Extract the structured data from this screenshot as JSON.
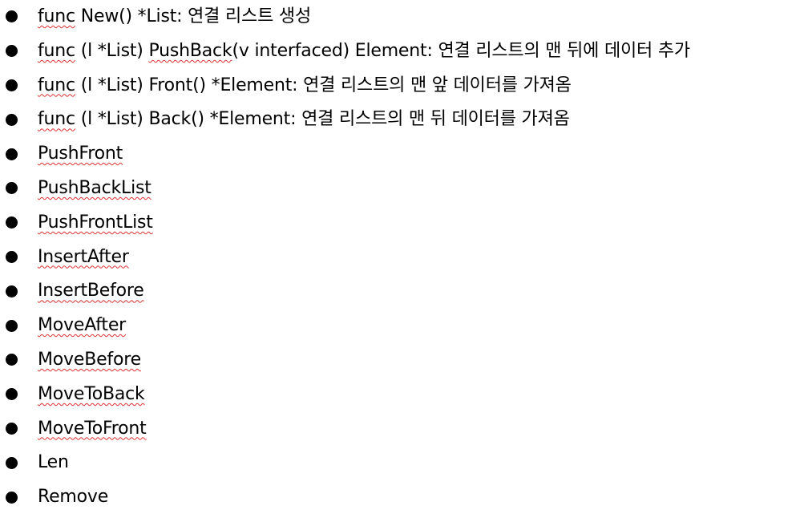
{
  "items": [
    {
      "segments": [
        {
          "t": "func",
          "sq": true
        },
        {
          "t": " New() *List: 연결 리스트 생성",
          "sq": false
        }
      ]
    },
    {
      "segments": [
        {
          "t": "func",
          "sq": true
        },
        {
          "t": " (l *List) ",
          "sq": false
        },
        {
          "t": "PushBack",
          "sq": true
        },
        {
          "t": "(v interfaced) Element: 연결 리스트의 맨 뒤에 데이터 추가",
          "sq": false
        }
      ]
    },
    {
      "segments": [
        {
          "t": "func",
          "sq": true
        },
        {
          "t": " (l *List) Front() *Element: 연결 리스트의 맨 앞 데이터를 가져옴",
          "sq": false
        }
      ]
    },
    {
      "segments": [
        {
          "t": "func",
          "sq": true
        },
        {
          "t": " (l *List) Back() *Element: 연결 리스트의 맨 뒤 데이터를 가져옴",
          "sq": false
        }
      ]
    },
    {
      "segments": [
        {
          "t": "PushFront",
          "sq": true
        }
      ]
    },
    {
      "segments": [
        {
          "t": "PushBackList",
          "sq": true
        }
      ]
    },
    {
      "segments": [
        {
          "t": "PushFrontList",
          "sq": true
        }
      ]
    },
    {
      "segments": [
        {
          "t": "InsertAfter",
          "sq": true
        }
      ]
    },
    {
      "segments": [
        {
          "t": "InsertBefore",
          "sq": true
        }
      ]
    },
    {
      "segments": [
        {
          "t": "MoveAfter",
          "sq": true
        }
      ]
    },
    {
      "segments": [
        {
          "t": "MoveBefore",
          "sq": true
        }
      ]
    },
    {
      "segments": [
        {
          "t": "MoveToBack",
          "sq": true
        }
      ]
    },
    {
      "segments": [
        {
          "t": "MoveToFront",
          "sq": true
        }
      ]
    },
    {
      "segments": [
        {
          "t": "Len",
          "sq": false
        }
      ]
    },
    {
      "segments": [
        {
          "t": "Remove",
          "sq": false
        }
      ]
    }
  ],
  "colors": {
    "text": "#000000",
    "bullet": "#000000",
    "spellcheck_underline": "#e0302f",
    "background": "#ffffff"
  },
  "icons": {
    "bullet": "filled-circle-bullet"
  }
}
